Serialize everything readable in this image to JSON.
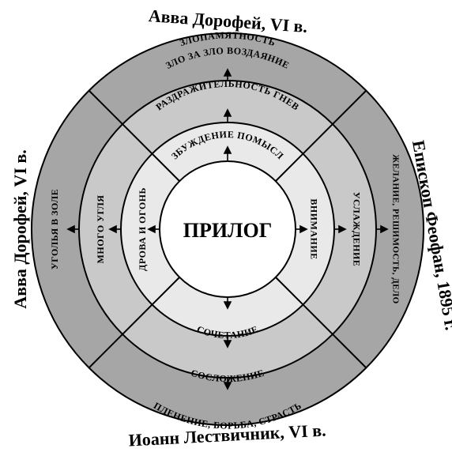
{
  "outer_labels": {
    "top": "Авва Дорофей, VI в.",
    "left": "Авва Дорофей, VI в.",
    "right": "Епископ Феофан, 1895 г.",
    "bottom": "Иоанн Лествичник, VI в."
  },
  "center": "ПРИЛОГ",
  "top_sector": {
    "ring1": "ВОЗБУЖДЕНИЕ ПОМЫСЛОВ",
    "ring2": "РАЗДРАЖИТЕЛЬНОСТЬ ГНЕВ",
    "ring3_line1": "ЗЛОПАМЯТНОСТЬ",
    "ring3_line2": "ЗЛО ЗА ЗЛО ВОЗДАЯНИЕ"
  },
  "left_sector": {
    "ring1": "ДРОВА И ОГОНЬ",
    "ring2": "МНОГО УГЛЯ",
    "ring3": "УГОЛЬЯ В ЗОЛЕ"
  },
  "right_sector": {
    "ring1": "ВНИМАНИЕ",
    "ring2": "УСЛАЖДЕНИЕ",
    "ring3": "ЖЕЛАНИЕ, РЕШИМОСТЬ, ДЕЛО"
  },
  "bottom_sector": {
    "ring1": "СОЧЕТАНИЕ",
    "ring2": "СОСЛОЖЕНИЕ",
    "ring3": "ПЛЕНЕНИЕ, БОРЬБА, СТРАСТЬ"
  },
  "colors": {
    "center": "#ffffff",
    "ring1": "#e9e9e9",
    "ring2": "#c9c9c9",
    "ring3": "#a6a6a6",
    "line": "#000000"
  }
}
